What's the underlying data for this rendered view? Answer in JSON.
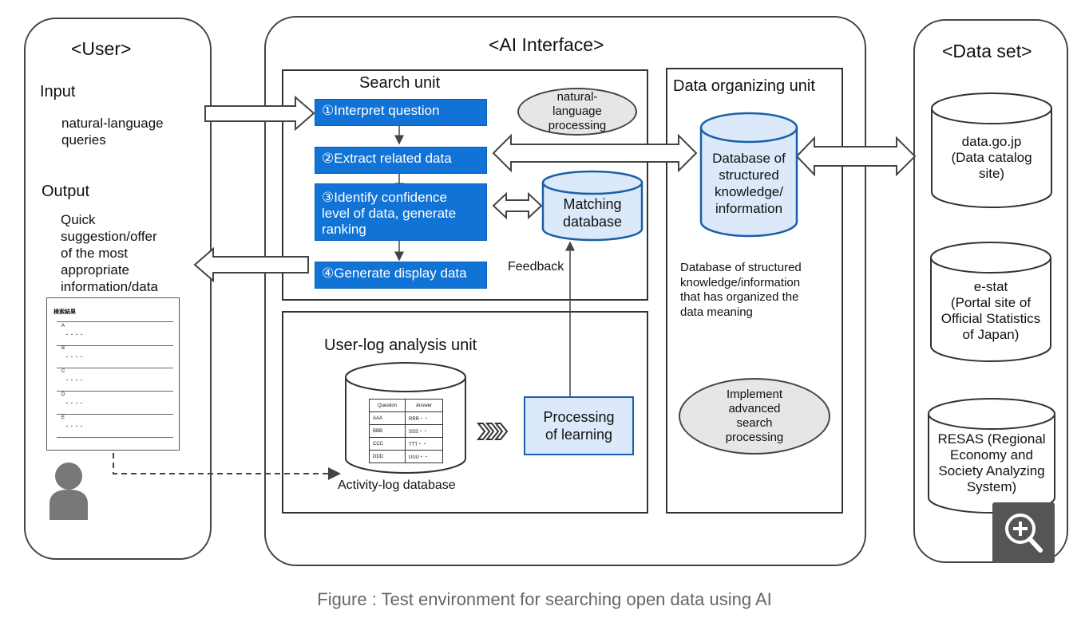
{
  "figure": {
    "caption": "Figure : Test environment for searching open data using AI"
  },
  "user": {
    "title": "<User>",
    "input_label": "Input",
    "input_text": "natural-language\nqueries",
    "output_label": "Output",
    "output_text": "Quick\nsuggestion/offer\nof the most\nappropriate\ninformation/data",
    "results_title": "検索結果",
    "results_rows": [
      "A",
      "B",
      "C",
      "D",
      "E"
    ],
    "row_dots": "・・・・"
  },
  "ai": {
    "title": "<AI Interface>",
    "search_unit": {
      "title": "Search unit",
      "steps": [
        "①Interpret question",
        "②Extract related data",
        "③Identify confidence\nlevel of data, generate\nranking",
        "④Generate display data"
      ],
      "nlp": "natural-\nlanguage\nprocessing",
      "matching_db": "Matching\ndatabase"
    },
    "feedback_label": "Feedback",
    "user_log": {
      "title": "User-log analysis unit",
      "table_headers": [
        "Question",
        "Answer"
      ],
      "table_rows": [
        [
          "AAA",
          "RRR・・"
        ],
        [
          "BBB",
          "SSS・・"
        ],
        [
          "CCC",
          "TTT・・"
        ],
        [
          "DDD",
          "UUU・・"
        ]
      ],
      "db_label": "Activity-log database",
      "processing": "Processing\nof learning"
    },
    "data_org": {
      "title": "Data organizing unit",
      "db_label": "Database of\nstructured\nknowledge/\ninformation",
      "description": "Database of structured\nknowledge/information\nthat has organized the\ndata meaning",
      "implement": "Implement\nadvanced\nsearch\nprocessing"
    }
  },
  "dataset": {
    "title": "<Data set>",
    "items": [
      "data.go.jp\n(Data catalog\nsite)",
      "e-stat\n(Portal site of\nOfficial Statistics\nof Japan)",
      "RESAS (Regional\nEconomy and\nSociety Analyzing\nSystem)"
    ]
  },
  "colors": {
    "step_fill": "#1273d6",
    "db_fill": "#dbe9fb",
    "db_stroke": "#1a5fa8",
    "ellipse_fill": "#e6e6e6",
    "caption": "#666666"
  }
}
